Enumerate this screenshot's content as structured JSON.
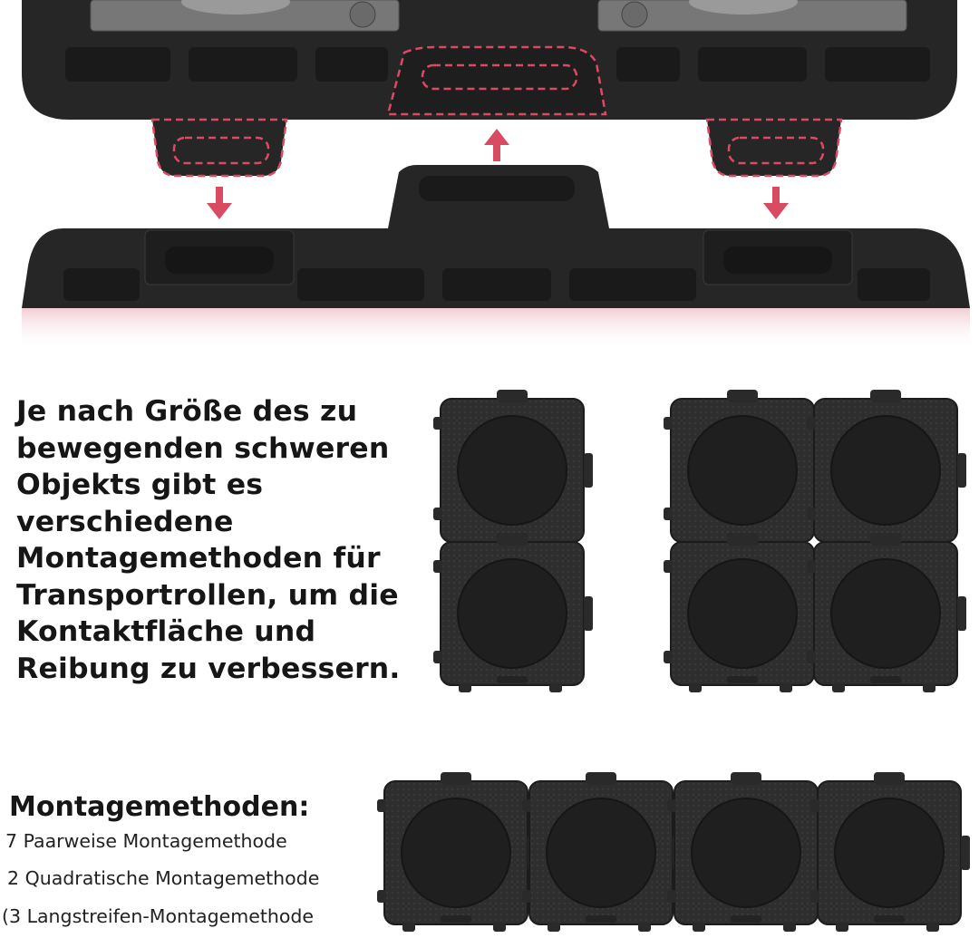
{
  "headline_lines": [
    "Je nach Größe des zu",
    "bewegenden schweren",
    "Objekts gibt es",
    "verschiedene",
    "Montagemethoden für",
    "Transportrollen, um die",
    "Kontaktfläche und",
    "Reibung zu verbessern."
  ],
  "methods_title": "Montagemethoden:",
  "methods": [
    {
      "number": "7",
      "label": "Paarweise Montagemethode"
    },
    {
      "number": "2",
      "label": "Quadratische Montagemethode"
    },
    {
      "number": "(3",
      "label": "Langstreifen-Montagemethode"
    }
  ],
  "illustration": {
    "part_color": "#2b2b2b",
    "pad_color": "#1f1f1f",
    "accent_color": "#d94a63",
    "arrow_directions": [
      "down",
      "up",
      "down"
    ]
  }
}
